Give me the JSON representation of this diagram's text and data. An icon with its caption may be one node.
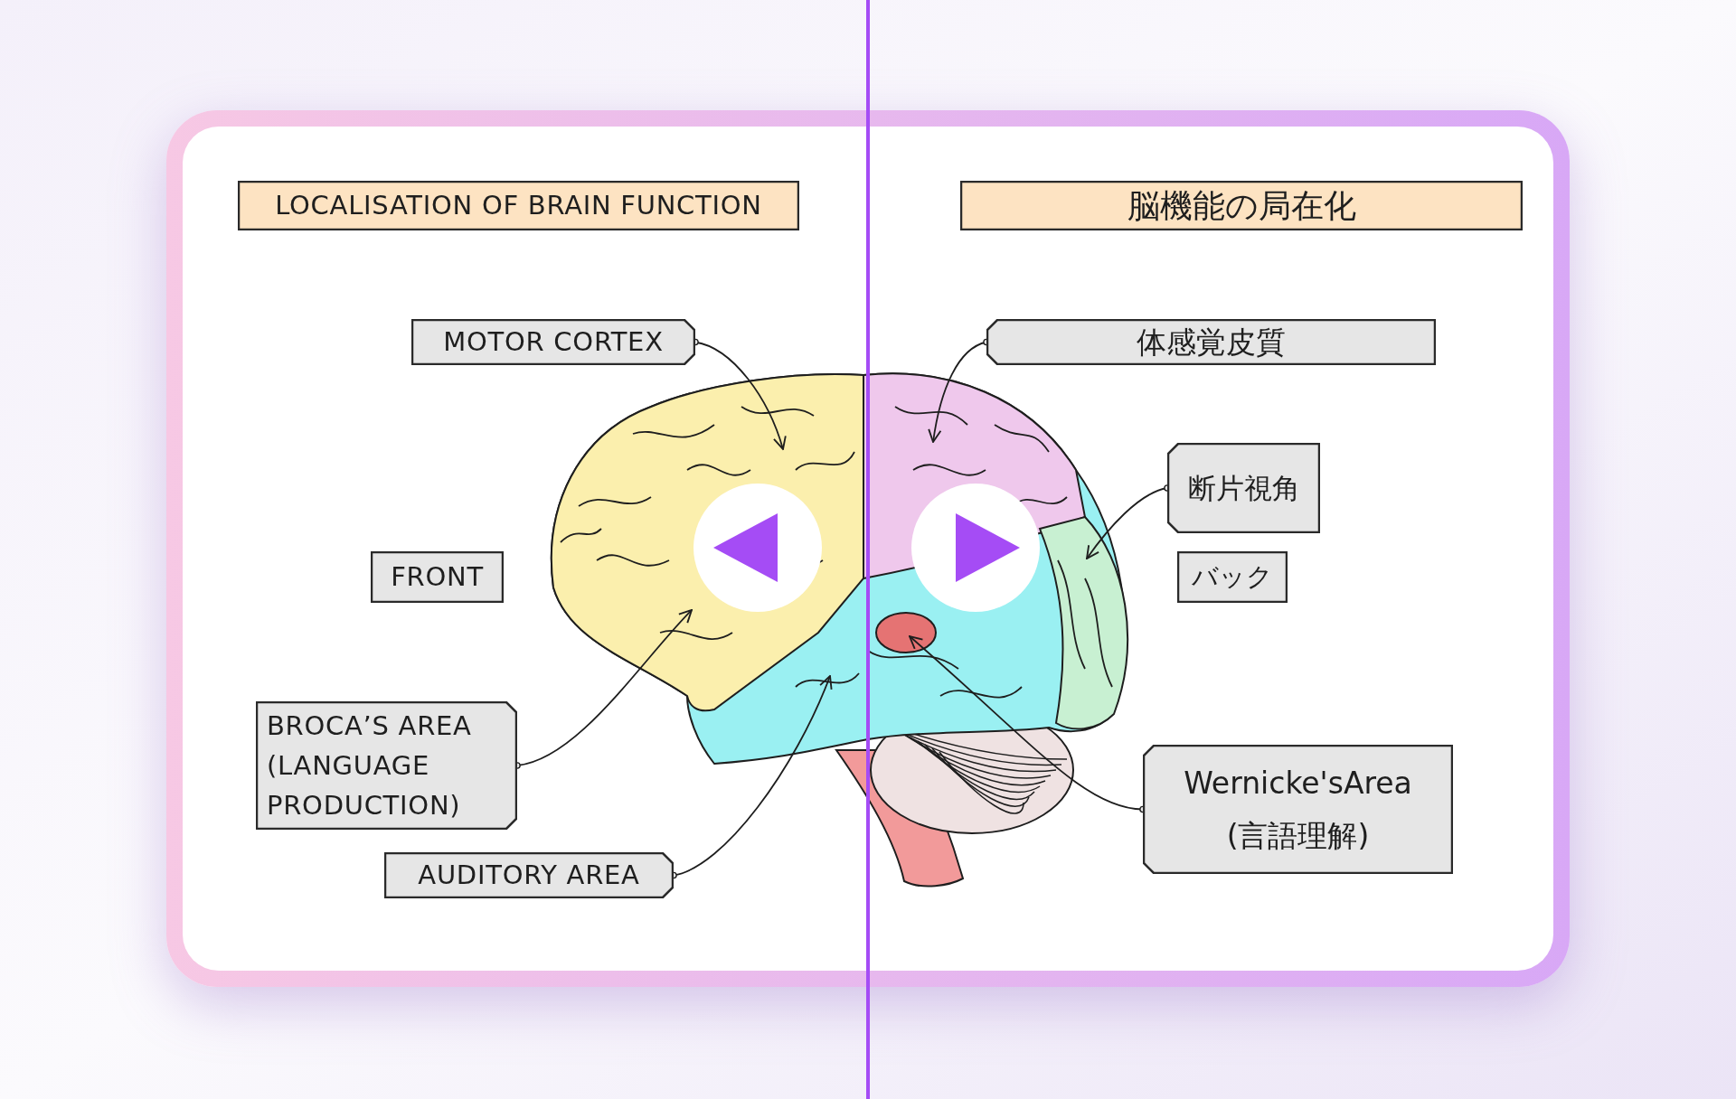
{
  "diagram": {
    "nodes": [
      {
        "text": [
          "LOCALISATION OF BRAIN FUNCTION"
        ]
      },
      {
        "text": [
          "脳機能の局在化"
        ]
      },
      {
        "text": [
          "MOTOR CORTEX"
        ]
      },
      {
        "text": [
          "体感覚皮質"
        ]
      },
      {
        "text": [
          "断片視角"
        ]
      },
      {
        "text": [
          "FRONT"
        ]
      },
      {
        "text": [
          "バック"
        ]
      },
      {
        "text": [
          "BROCA’S AREA (LANGUAGE PRODUCTION)"
        ]
      },
      {
        "text": [
          "Wernicke'sArea",
          "(言語理解)"
        ]
      },
      {
        "text": [
          "AUDITORY AREA"
        ]
      }
    ],
    "edges": [
      {
        "from": 2,
        "to": null,
        "arrow": "to"
      },
      {
        "from": 3,
        "to": null,
        "arrow": "to"
      },
      {
        "from": 4,
        "to": null,
        "arrow": "to"
      },
      {
        "from": 7,
        "to": null,
        "arrow": "to"
      },
      {
        "from": 9,
        "to": null,
        "arrow": "to"
      },
      {
        "from": 8,
        "to": null,
        "arrow": "to"
      }
    ]
  }
}
